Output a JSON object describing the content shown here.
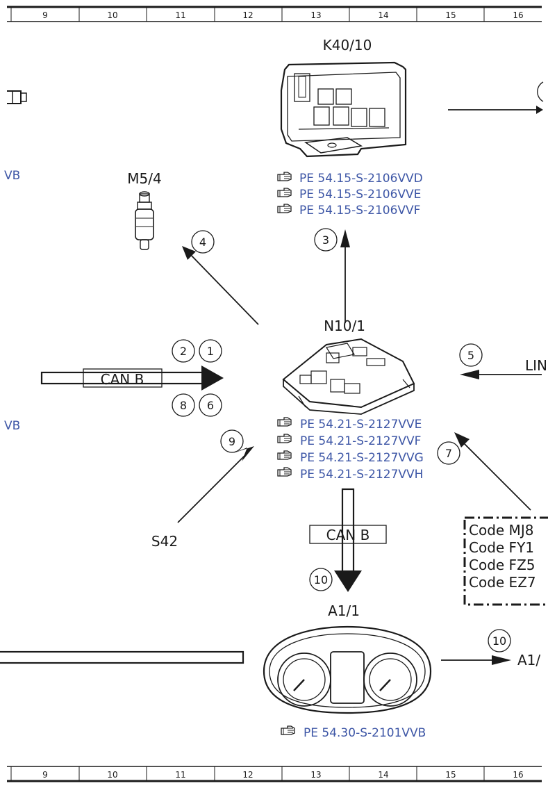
{
  "ruler": {
    "columns": [
      "9",
      "10",
      "11",
      "12",
      "13",
      "14",
      "15",
      "16"
    ]
  },
  "components": {
    "k40_10": {
      "label": "K40/10",
      "refs": [
        "PE 54.15-S-2106VVD",
        "PE 54.15-S-2106VVE",
        "PE 54.15-S-2106VVF"
      ]
    },
    "m5_4": {
      "label": "M5/4"
    },
    "n10_1": {
      "label": "N10/1",
      "refs": [
        "PE 54.21-S-2127VVE",
        "PE 54.21-S-2127VVF",
        "PE 54.21-S-2127VVG",
        "PE 54.21-S-2127VVH"
      ]
    },
    "a1_1": {
      "label": "A1/1",
      "refs": [
        "PE 54.30-S-2101VVB"
      ]
    },
    "s42": {
      "label": "S42"
    }
  },
  "buses": {
    "can_left": "CAN B",
    "can_down": "CAN B",
    "lin_partial": "LIN",
    "a1_partial": "A1/"
  },
  "left_edge_text": {
    "upper": "VB",
    "lower": "VB"
  },
  "circled_numbers": [
    "1",
    "2",
    "3",
    "4",
    "5",
    "6",
    "7",
    "8",
    "9",
    "10",
    "10"
  ],
  "codes": [
    "Code MJ8",
    "Code FY1",
    "Code FZ5",
    "Code EZ7"
  ],
  "colors": {
    "line": "#1a1a1a",
    "reference": "#3d56a6"
  },
  "icons": {
    "reference_icon": "pointing-hand-icon"
  }
}
